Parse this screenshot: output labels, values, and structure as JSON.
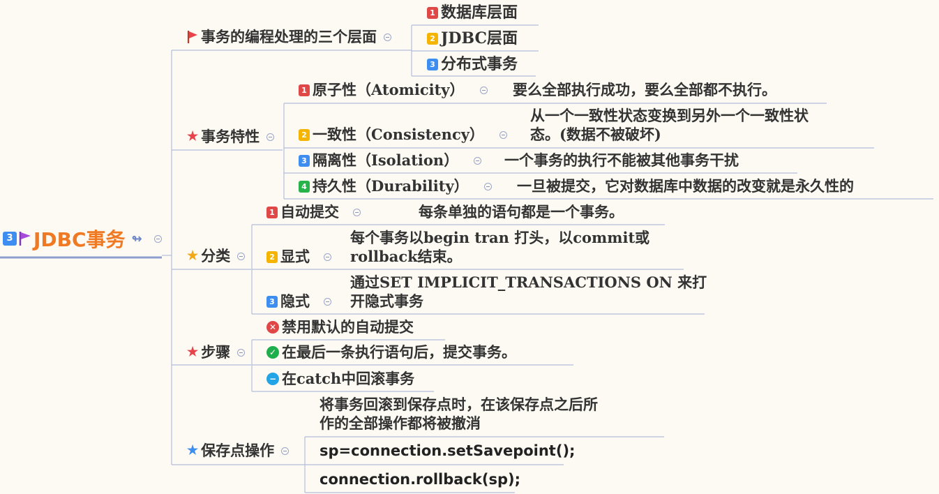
{
  "root": {
    "badge": "3",
    "title": "JDBC事务",
    "flag_color": "#a64bd9",
    "link_icon": "↬"
  },
  "branches": {
    "levels": {
      "label": "事务的编程处理的三个层面",
      "icon": "red-flag-icon",
      "items": [
        {
          "badge": "1",
          "label": "数据库层面"
        },
        {
          "badge": "2",
          "label": "JDBC层面"
        },
        {
          "badge": "3",
          "label": "分布式事务"
        }
      ]
    },
    "properties": {
      "label": "事务特性",
      "icon": "red-star-icon",
      "items": [
        {
          "badge": "1",
          "label": "原子性（Atomicity）",
          "note": "要么全部执行成功，要么全部都不执行。"
        },
        {
          "badge": "2",
          "label": "一致性（Consistency）",
          "note_line1": "从一个一致性状态变换到另外一个一致性状",
          "note_line2": "态。(数据不被破坏)"
        },
        {
          "badge": "3",
          "label": "隔离性（Isolation）",
          "note": "一个事务的执行不能被其他事务干扰"
        },
        {
          "badge": "4",
          "label": "持久性（Durability）",
          "note": "一旦被提交，它对数据库中数据的改变就是永久性的"
        }
      ]
    },
    "categories": {
      "label": "分类",
      "icon": "yellow-star-icon",
      "items": [
        {
          "badge": "1",
          "label": "自动提交",
          "note": "每条单独的语句都是一个事务。"
        },
        {
          "badge": "2",
          "label": "显式",
          "note_line1": "每个事务以begin tran 打头，以commit或",
          "note_line2": "rollback结束。"
        },
        {
          "badge": "3",
          "label": "隐式",
          "note_line1": "通过SET IMPLICIT_TRANSACTIONS ON 来打",
          "note_line2": "开隐式事务"
        }
      ]
    },
    "steps": {
      "label": "步骤",
      "icon": "red-star-icon",
      "items": [
        {
          "icon": "x-circle-icon",
          "glyph": "✕",
          "label": "禁用默认的自动提交"
        },
        {
          "icon": "check-circle-icon",
          "glyph": "✓",
          "label": "在最后一条执行语句后，提交事务。"
        },
        {
          "icon": "minus-circle-icon",
          "glyph": "−",
          "label": "在catch中回滚事务"
        }
      ]
    },
    "savepoint": {
      "label": "保存点操作",
      "icon": "blue-star-icon",
      "note_line1": "将事务回滚到保存点时，在该保存点之后所",
      "note_line2": "作的全部操作都将被撤消",
      "items": [
        {
          "label": "sp=connection.setSavepoint();"
        },
        {
          "label": "connection.rollback(sp);"
        }
      ]
    }
  },
  "colors": {
    "connector": "#b3bdd9",
    "root_text": "#f07a24",
    "background": "#fdfaf3"
  }
}
